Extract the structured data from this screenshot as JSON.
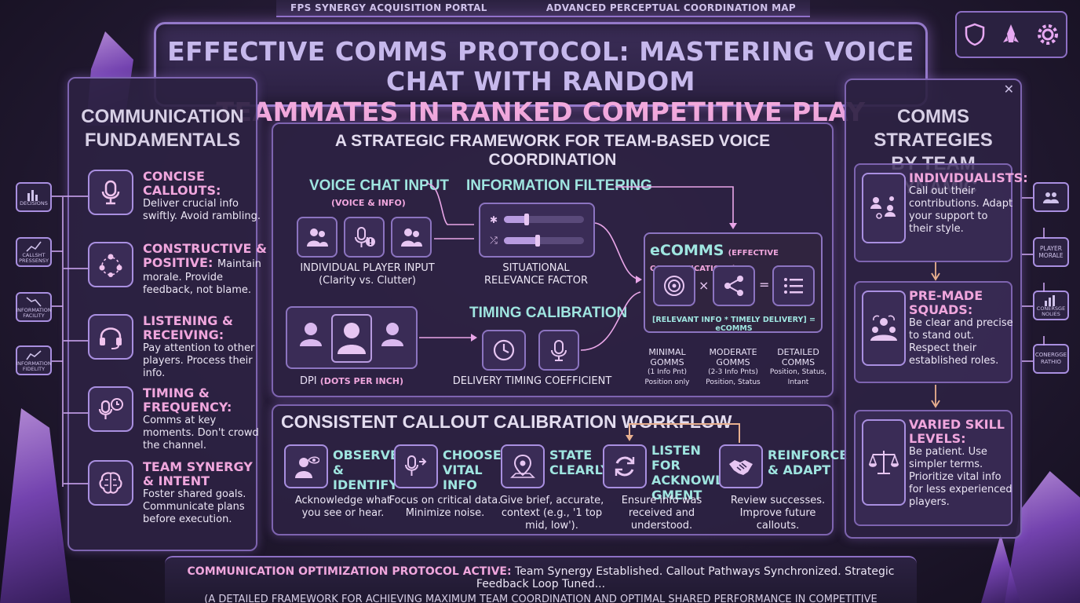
{
  "topbar": {
    "left": "FPS SYNERGY ACQUISITION PORTAL",
    "right": "ADVANCED PERCEPTUAL COORDINATION MAP"
  },
  "title": {
    "line1": "EFFECTIVE COMMS PROTOCOL: MASTERING VOICE CHAT WITH RANDOM",
    "line2": "TEAMMATES IN RANKED COMPETITIVE PLAY"
  },
  "top_icons": [
    "shield-icon",
    "rocket-icon",
    "gear-icon"
  ],
  "left_panel": {
    "title_l1": "COMMUNICATION",
    "title_l2": "FUNDAMENTALS",
    "items": [
      {
        "icon": "microphone-icon",
        "head": "CONCISE CALLOUTS:",
        "body": "Deliver crucial info swiftly. Avoid rambling."
      },
      {
        "icon": "team-circle-icon",
        "head": "CONSTRUCTIVE & POSITIVE:",
        "head_inline_body": "Maintain",
        "body": "morale. Provide feedback, not blame."
      },
      {
        "icon": "headset-icon",
        "head": "LISTENING & RECEIVING:",
        "body": "Pay attention to other players. Process their info."
      },
      {
        "icon": "mic-clock-icon",
        "head": "TIMING & FREQUENCY:",
        "body": "Comms at key moments. Don't crowd the channel."
      },
      {
        "icon": "brain-icon",
        "head": "TEAM SYNERGY & INTENT",
        "body": "Foster shared goals. Communicate plans before execution."
      }
    ]
  },
  "left_chips": [
    "DECISIONS",
    "CALLSHT PRESSENSY",
    "INFORMATION FACILITY",
    "INFORMATION FIDELITY"
  ],
  "framework": {
    "title": "A STRATEGIC FRAMEWORK FOR TEAM-BASED VOICE COORDINATION",
    "voice_input": "VOICE CHAT INPUT",
    "voice_input_sub": "(VOICE & INFO)",
    "individual_cap1": "INDIVIDUAL PLAYER INPUT",
    "individual_cap2": "(Clarity vs. Clutter)",
    "info_filtering": "INFORMATION FILTERING",
    "situational_1": "SITUATIONAL",
    "situational_2": "RELEVANCE FACTOR",
    "ecomms": "eCOMMS",
    "ecomms_sub": "(EFFECTIVE COMMUNICATIONS)",
    "formula": "[RELEVANT INFO * TIMELY DELIVERY] = eCOMMS",
    "dpi": "DPI",
    "dpi_sub": "(DOTS PER INCH)",
    "timing": "TIMING CALIBRATION",
    "delivery": "DELIVERY TIMING COEFFICIENT",
    "levels": [
      {
        "l1": "MINIMAL",
        "l2": "GOMMS",
        "l3": "(1 Info Pnt)",
        "l4": "Position only"
      },
      {
        "l1": "MODERATE",
        "l2": "GOMMS",
        "l3": "(2-3 Info Pnts)",
        "l4": "Position, Status"
      },
      {
        "l1": "DETAILED",
        "l2": "COMMS",
        "l3": "Position, Status,",
        "l4": "Intant"
      }
    ]
  },
  "workflow": {
    "title": "CONSISTENT CALLOUT CALIBRATION WORKFLOW",
    "steps": [
      {
        "icon": "eye-person-icon",
        "head": "OBSERVE & IDENTIFY",
        "body": "Acknowledge what you see or hear."
      },
      {
        "icon": "mic-arrow-icon",
        "head": "CHOOSE VITAL INFO",
        "body": "Focus on critical data. Minimize noise."
      },
      {
        "icon": "map-pin-icon",
        "head": "STATE CLEARLY",
        "body": "Give brief, accurate, context (e.g., '1 top mid, low')."
      },
      {
        "icon": "refresh-icon",
        "head": "LISTEN FOR ACKNOWLED GMENT",
        "body": "Ensure info was received and understood."
      },
      {
        "icon": "handshake-icon",
        "head": "REINFORCE & ADAPT",
        "body": "Review successes. Improve future callouts."
      }
    ]
  },
  "right_panel": {
    "title_l1": "COMMS STRATEGIES",
    "title_l2": "BY TEAM DYNAMIC",
    "items": [
      {
        "icon": "individuals-icon",
        "head": "INDIVIDUALISTS:",
        "body": "Call out their contributions. Adapt your support to their style."
      },
      {
        "icon": "squad-icon",
        "head": "PRE-MADE SQUADS:",
        "body": "Be clear and precise to stand out. Respect their established roles."
      },
      {
        "icon": "scales-icon",
        "head": "VARIED SKILL LEVELS:",
        "body": "Be patient. Use simpler terms. Prioritize vital info for less experienced players."
      }
    ]
  },
  "right_chips": [
    "",
    "PLAYER MORALE",
    "CONERSGE NOLIES",
    "CONERGGE RATHIO"
  ],
  "bottom": {
    "bold": "COMMUNICATION OPTIMIZATION PROTOCOL ACTIVE:",
    "text": " Team Synergy Established. Callout Pathways Synchronized. Strategic Feedback Loop Tuned...",
    "line2": "(A DETAILED FRAMEWORK FOR ACHIEVING MAXIMUM TEAM COORDINATION AND OPTIMAL SHARED PERFORMANCE IN COMPETITIVE ENVIRONMENTS)"
  },
  "colors": {
    "accent_pink": "#f0a6dd",
    "accent_teal": "#9fe5e0",
    "panel_border": "#7e64b0",
    "background": "#231a33"
  }
}
